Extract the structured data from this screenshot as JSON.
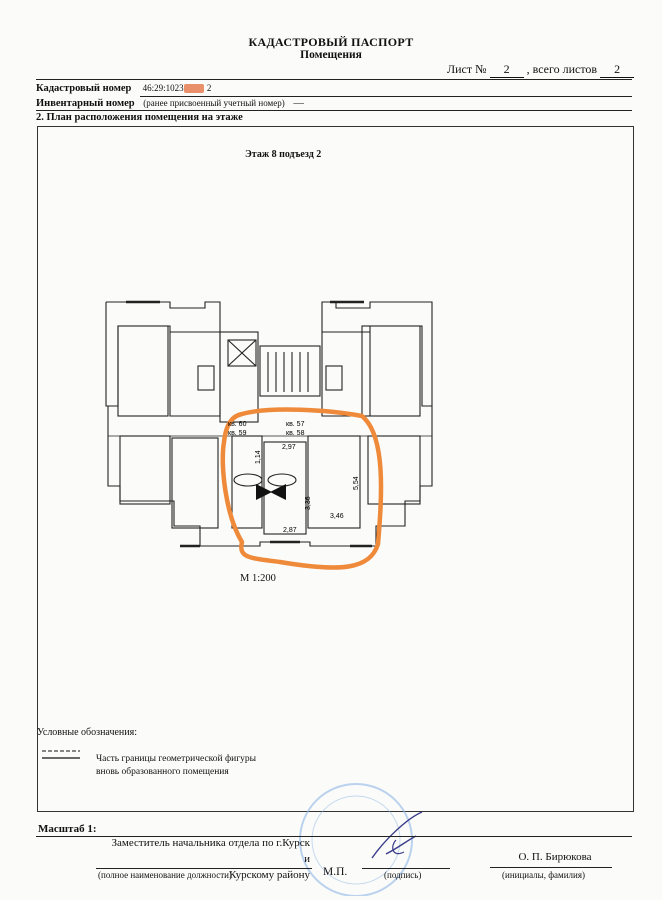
{
  "header": {
    "title": "КАДАСТРОВЫЙ ПАСПОРТ",
    "subtitle": "Помещения",
    "sheet_prefix": "Лист №",
    "sheet_number": "2",
    "sheet_sep": ",",
    "sheets_total_prefix": "всего листов",
    "sheets_total": "2"
  },
  "fields": {
    "cadastral_label": "Кадастровый номер",
    "cadastral_value": "46:29:1023",
    "inventory_label": "Инвентарный номер",
    "inventory_note": "(ранее присвоенный учетный номер)",
    "inventory_value": "—",
    "section_label": "2. План расположения помещения на этаже"
  },
  "plan": {
    "floor_caption": "Этаж 8 подъезд 2",
    "scale": "М 1:200",
    "flat_labels": [
      "кв. 60",
      "кв. 59",
      "кв. 57",
      "кв. 58"
    ],
    "dimensions": [
      "2,97",
      "1,14",
      "3,36",
      "5,54",
      "3,46",
      "2,87"
    ],
    "highlight_color": "#ee8a3a"
  },
  "legend": {
    "title": "Условные обозначения:",
    "text_line1": "Часть границы геометрической фигуры",
    "text_line2": "вновь образованного помещения"
  },
  "footer": {
    "scale_label": "Масштаб 1:",
    "position_line1": "Заместитель начальника отдела по г.Курск и",
    "position_line2": "Курскому району",
    "position_caption": "(полное наименование должности)",
    "stamp_label": "М.П.",
    "signature_caption": "(подпись)",
    "name": "О. П. Бирюкова",
    "name_caption": "(инициалы, фамилия)"
  }
}
